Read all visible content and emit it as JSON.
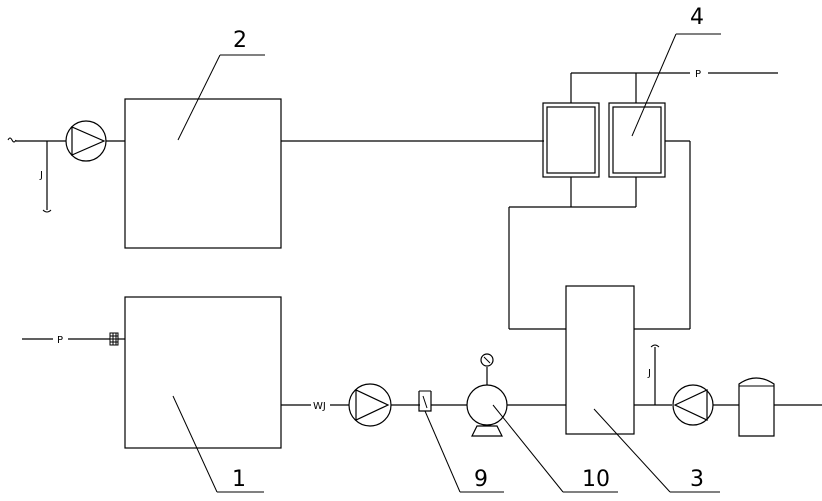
{
  "callouts": {
    "c1": "1",
    "c2": "2",
    "c3": "3",
    "c4": "4",
    "c9": "9",
    "c10": "10"
  },
  "pipe_labels": {
    "j_upper_left": "J",
    "p_lower_left": "P",
    "p_top_right": "P",
    "wj": "WJ",
    "j_right": "J"
  }
}
